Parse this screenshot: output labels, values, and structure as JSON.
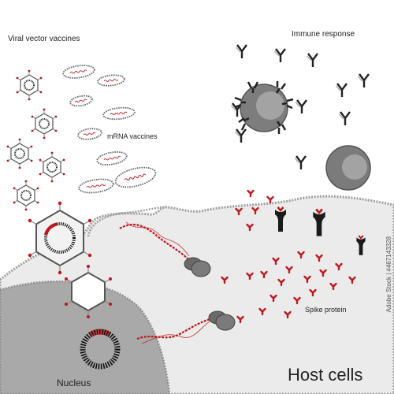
{
  "labels": {
    "viral_vector": "Viral vector vaccines",
    "immune_response": "Immune response",
    "mrna_vaccines": "mRNA vaccines",
    "spike_protein": "Spike protein",
    "nucleus": "Nucleus",
    "host_cells": "Host cells"
  },
  "watermark": "Adobe Stock | #467143328",
  "colors": {
    "cell": "#ebebeb",
    "membrane": "#a8a8a8",
    "nucleus": "#a9a9a9",
    "spike": "#c0161c",
    "dark": "#1a1a1a",
    "immune_cell": "#8a8a8a"
  }
}
